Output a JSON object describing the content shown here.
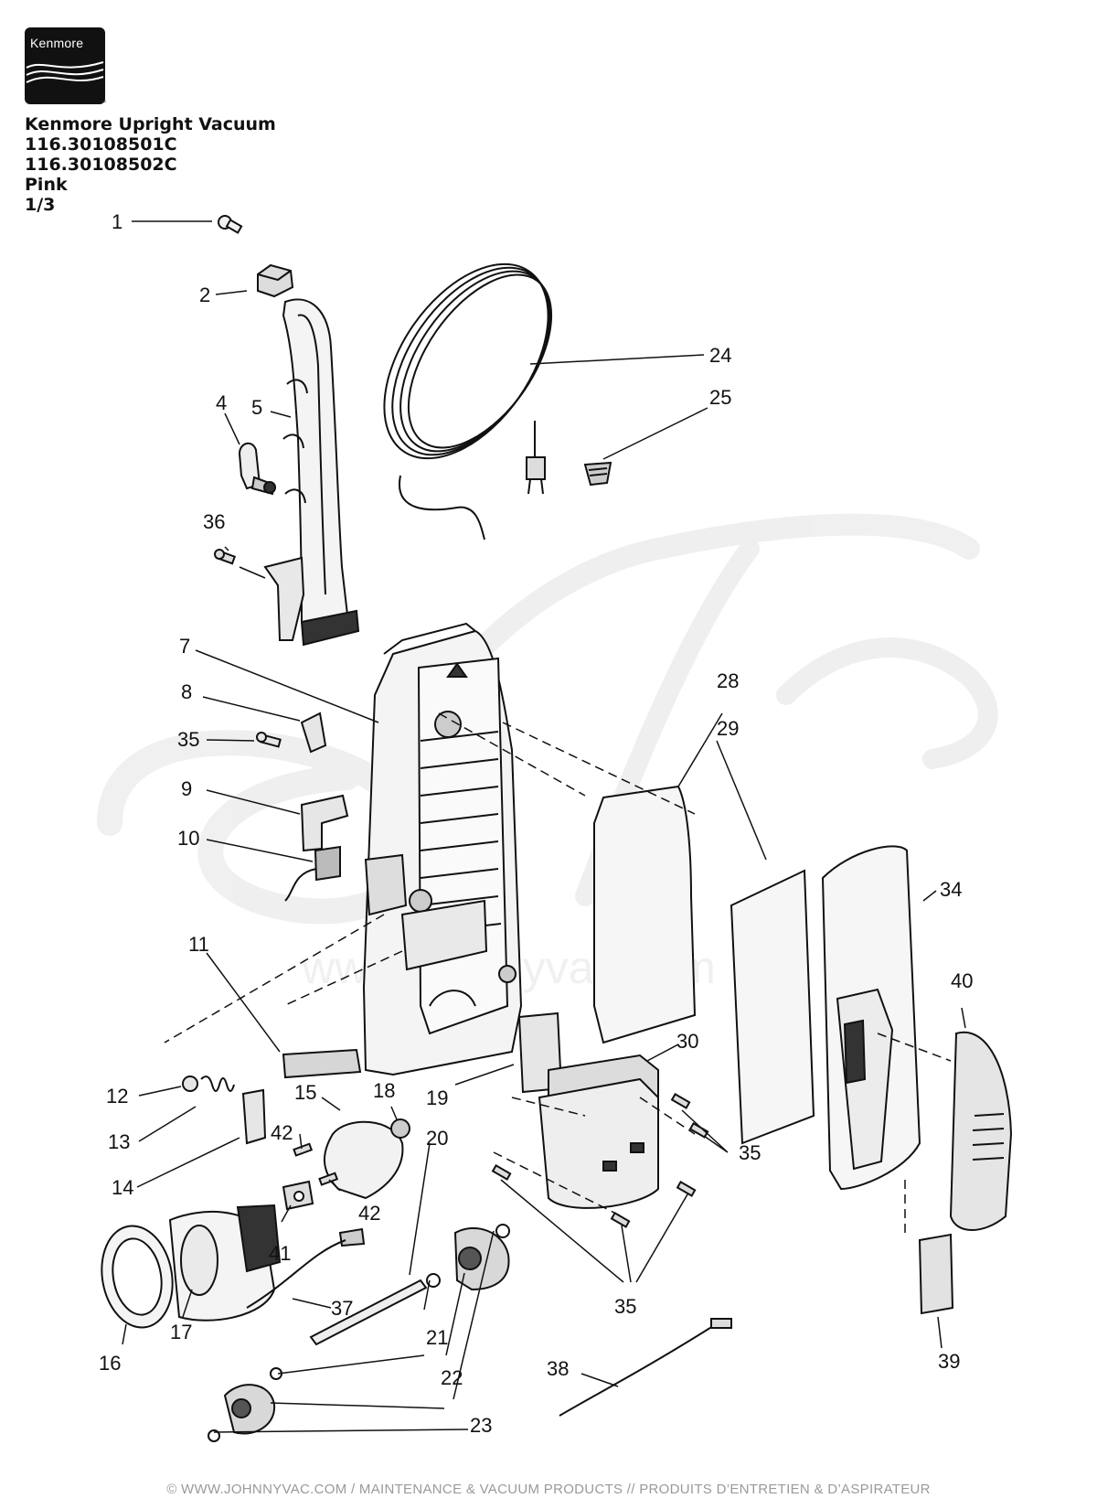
{
  "brand": {
    "logo_text": "Kenmore"
  },
  "header": {
    "lines": [
      "Kenmore Upright Vacuum",
      "116.30108501C",
      "116.30108502C",
      "Pink",
      "1/3"
    ]
  },
  "watermark": {
    "text": "www.johnnyvac.com"
  },
  "callouts": {
    "p1": "1",
    "p2": "2",
    "p4": "4",
    "p5": "5",
    "p36": "36",
    "p7": "7",
    "p8": "8",
    "p35a": "35",
    "p9": "9",
    "p10": "10",
    "p11": "11",
    "p12": "12",
    "p13": "13",
    "p14": "14",
    "p15": "15",
    "p18": "18",
    "p42a": "42",
    "p42b": "42",
    "p41": "41",
    "p17": "17",
    "p16": "16",
    "p37": "37",
    "p20": "20",
    "p21": "21",
    "p22": "22",
    "p23": "23",
    "p19": "19",
    "p24": "24",
    "p25": "25",
    "p28": "28",
    "p29": "29",
    "p30": "30",
    "p34": "34",
    "p35b": "35",
    "p35c": "35",
    "p40": "40",
    "p39": "39",
    "p38": "38"
  },
  "footer": {
    "text": "© WWW.JOHNNYVAC.COM / MAINTENANCE & VACUUM PRODUCTS  //  PRODUITS D’ENTRETIEN & D’ASPIRATEUR"
  },
  "colors": {
    "line": "#111111",
    "fill_light": "#f1f1f1",
    "fill_mid": "#cfcfcf",
    "fill_dark": "#555555",
    "watermark": "#eeeeee"
  }
}
